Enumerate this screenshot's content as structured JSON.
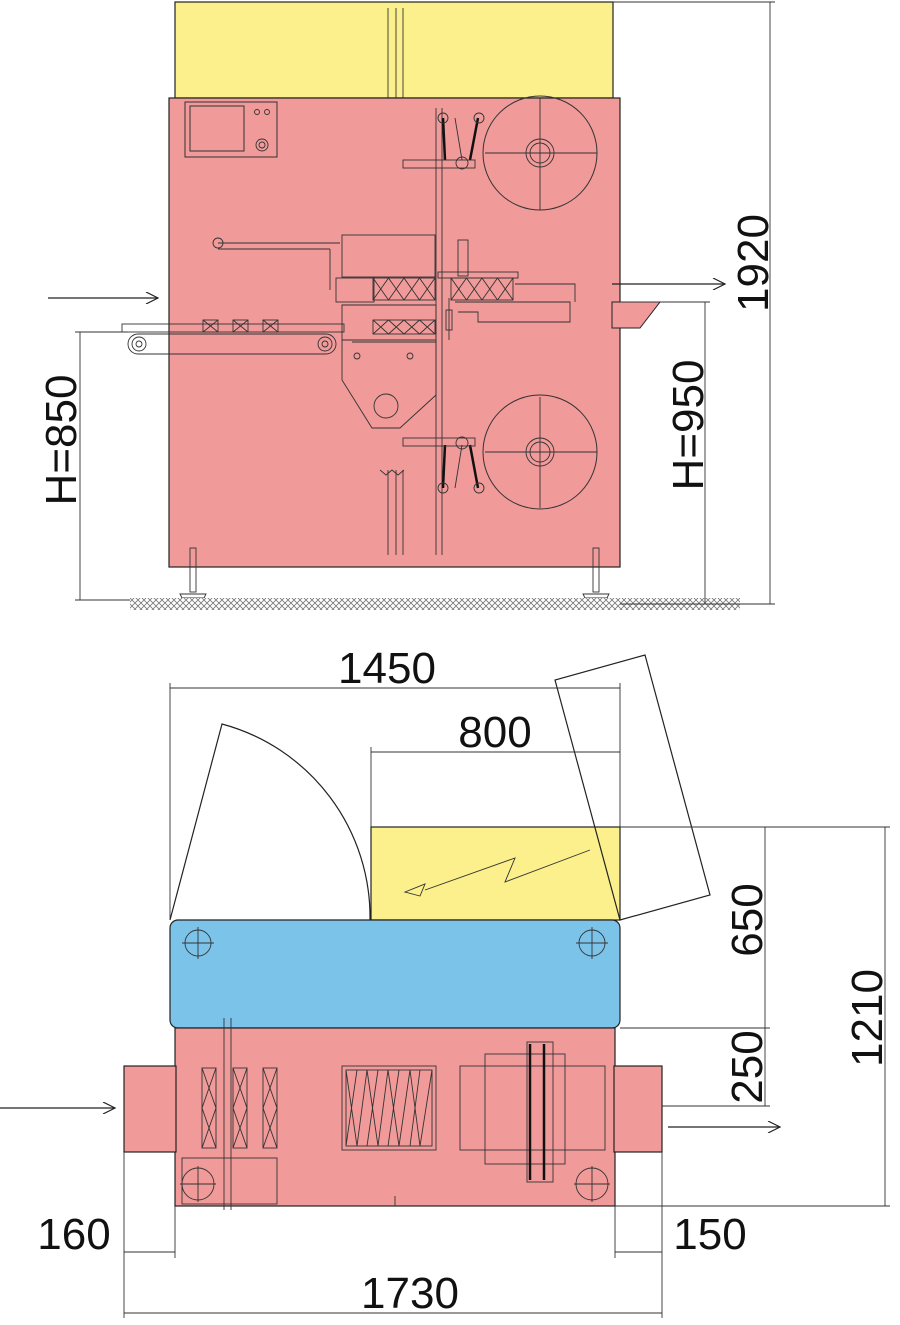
{
  "colors": {
    "frame": "#f19a9a",
    "hopper": "#fbf08c",
    "cover": "#7cc3ea",
    "line": "#222222"
  },
  "front_view": {
    "height_label": "1920",
    "infeed_height_label": "H=850",
    "outfeed_height_label": "H=950"
  },
  "top_view": {
    "width_label": "1450",
    "film_width_label": "800",
    "hopper_depth_label": "650",
    "depth_label": "1210",
    "offset_label": "250",
    "infeed_overhang_label": "160",
    "outfeed_overhang_label": "150",
    "total_length_label": "1730"
  }
}
